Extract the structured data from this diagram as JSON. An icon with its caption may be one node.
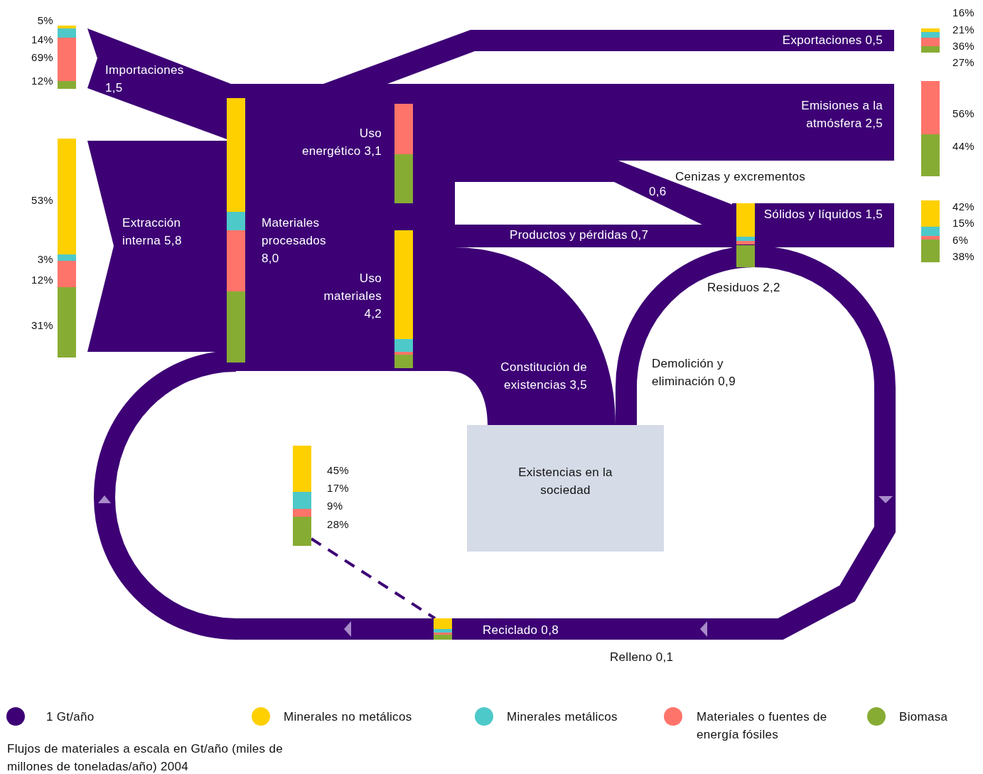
{
  "diagram": {
    "caption": "Flujos de materiales a escala en Gt/año (miles de millones de toneladas/año) 2004",
    "nodes": [
      {
        "text": [],
        "shape": "bar",
        "beside": [
          "5%",
          "14%",
          "69%",
          "12%"
        ]
      },
      {
        "text": [],
        "shape": "bar",
        "beside": [
          "53%",
          "3%",
          "12%",
          "31%"
        ]
      },
      {
        "text": [],
        "shape": "bar"
      },
      {
        "text": [],
        "shape": "bar"
      },
      {
        "text": [],
        "shape": "bar"
      },
      {
        "text": [],
        "shape": "bar",
        "beside": [
          "16%",
          "21%",
          "36%",
          "27%"
        ]
      },
      {
        "text": [],
        "shape": "bar",
        "beside": [
          "56%",
          "44%"
        ]
      },
      {
        "text": [],
        "shape": "bar",
        "beside": [
          "42%",
          "15%",
          "6%",
          "38%"
        ]
      },
      {
        "text": [],
        "shape": "bar"
      },
      {
        "text": [
          "Existencias en la sociedad"
        ]
      },
      {
        "text": [],
        "shape": "bar",
        "beside": [
          "45%",
          "17%",
          "9%",
          "28%"
        ]
      },
      {
        "text": [],
        "shape": "bar"
      }
    ],
    "edges": [
      {
        "from": 10,
        "to": 11,
        "arrow": "none",
        "style": "dashed"
      }
    ],
    "labels": [
      "Importaciones 1,5",
      "Extracción interna 5,8",
      "Materiales procesados 8,0",
      "Uso energético 3,1",
      "Uso materiales 4,2",
      "Exportaciones 0,5",
      "Emisiones a la atmósfera 2,5",
      "Cenizas y excrementos",
      "0,6",
      "Sólidos y líquidos 1,5",
      "Productos y pérdidas 0,7",
      "Residuos 2,2",
      "Constitución de existencias 3,5",
      "Demolición y eliminación 0,9",
      "Reciclado 0,8",
      "Relleno 0,1"
    ],
    "legend": [
      {
        "text": "1 Gt/año",
        "color": "#3d0075"
      },
      {
        "text": "Minerales no metálicos",
        "color": "#ffd000"
      },
      {
        "text": "Minerales metálicos",
        "color": "#4ec9c9"
      },
      {
        "text": "Materiales o fuentes de energía fósiles",
        "color": "#ff746a"
      },
      {
        "text": "Biomasa",
        "color": "#87ac34"
      }
    ]
  }
}
